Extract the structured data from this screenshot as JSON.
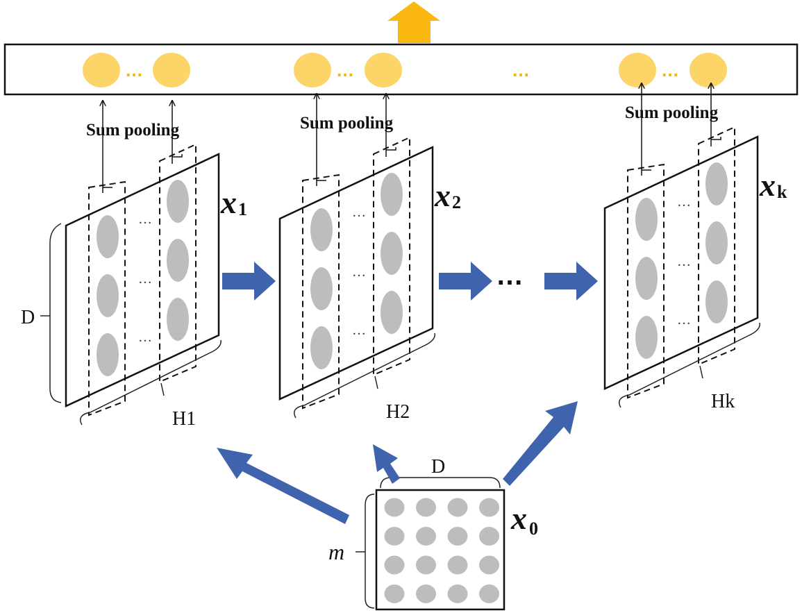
{
  "output_layer": {
    "ellipsis": "…",
    "group_ellipsis": "…"
  },
  "sum_pooling_label": "Sum pooling",
  "feature_maps": [
    {
      "var": "x",
      "sub": "1",
      "width_label": "H1",
      "depth_label": "D"
    },
    {
      "var": "x",
      "sub": "2",
      "width_label": "H2"
    },
    {
      "var": "x",
      "sub": "k",
      "width_label": "Hk"
    }
  ],
  "between_maps_ellipsis": "…",
  "column_ellipsis": "…",
  "input": {
    "var": "x",
    "sub": "0",
    "top_label": "D",
    "side_label": "m",
    "grid_rows": 4,
    "grid_cols": 4
  },
  "colors": {
    "yellow_node": "#fcd467",
    "yellow_arrow": "#fbb711",
    "blue_arrow": "#3f64ad",
    "gray_node": "#bdbdbd"
  }
}
